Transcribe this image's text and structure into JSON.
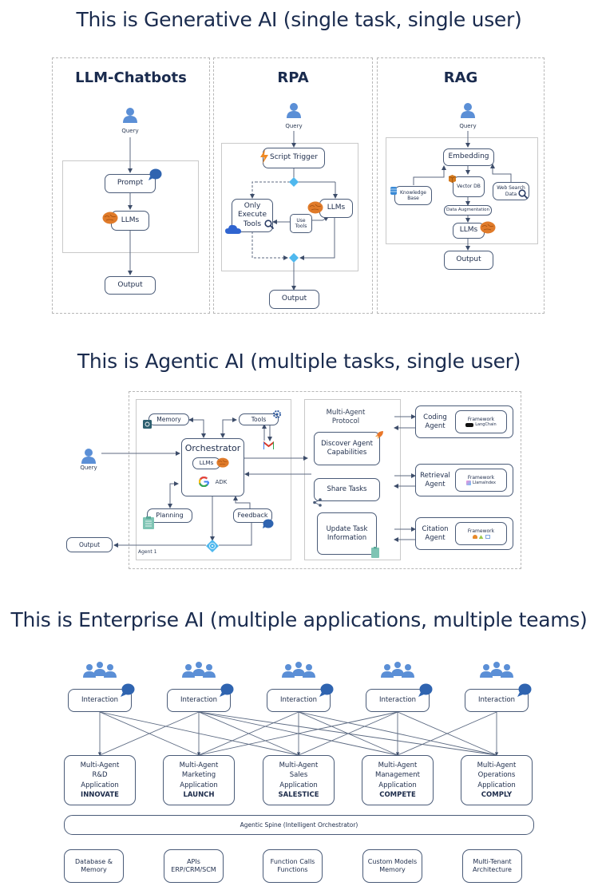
{
  "sections": {
    "generative": {
      "title": "This is Generative AI (single task, single user)",
      "llm_chatbots": {
        "title": "LLM-Chatbots",
        "query": "Query",
        "prompt": "Prompt",
        "llms": "LLMs",
        "output": "Output"
      },
      "rpa": {
        "title": "RPA",
        "query": "Query",
        "script_trigger": "Script Trigger",
        "only_execute_tools": "Only Execute Tools",
        "llms": "LLMs",
        "use_tools": "Use Tools",
        "output": "Output"
      },
      "rag": {
        "title": "RAG",
        "query": "Query",
        "embedding": "Embedding",
        "knowledge_base": "Knowledge Base",
        "vector_db": "Vector DB",
        "web_search_data": "Web Search Data",
        "data_augmentation": "Data Augmentation",
        "llms": "LLMs",
        "output": "Output"
      }
    },
    "agentic": {
      "title": "This is Agentic AI (multiple tasks, single user)",
      "query": "Query",
      "memory": "Memory",
      "tools": "Tools",
      "orchestrator": "Orchestrator",
      "llms": "LLMs",
      "adk": "ADK",
      "planning": "Planning",
      "feedback": "Feedback",
      "output": "Output",
      "agent_label": "Agent 1",
      "protocol": {
        "title": "Multi-Agent Protocol",
        "discover": "Discover Agent Capabilities",
        "share": "Share Tasks",
        "update": "Update Task Information"
      },
      "agents": [
        {
          "name": "Coding Agent",
          "framework": "Framework",
          "framework_logo": "LangChain"
        },
        {
          "name": "Retrieval Agent",
          "framework": "Framework",
          "framework_logo": "LlamaIndex"
        },
        {
          "name": "Citation Agent",
          "framework": "Framework",
          "framework_logo": "multi-logo"
        }
      ]
    },
    "enterprise": {
      "title": "This is Enterprise AI (multiple applications, multiple teams)",
      "interaction_label": "Interaction",
      "applications": [
        {
          "line1": "Multi-Agent",
          "line2": "R&D",
          "line3": "Application",
          "name": "INNOVATE"
        },
        {
          "line1": "Multi-Agent",
          "line2": "Marketing",
          "line3": "Application",
          "name": "LAUNCH"
        },
        {
          "line1": "Multi-Agent",
          "line2": "Sales",
          "line3": "Application",
          "name": "SALESTICE"
        },
        {
          "line1": "Multi-Agent",
          "line2": "Management",
          "line3": "Application",
          "name": "COMPETE"
        },
        {
          "line1": "Multi-Agent",
          "line2": "Operations",
          "line3": "Application",
          "name": "COMPLY"
        }
      ],
      "spine": "Agentic Spine (Intelligent Orchestrator)",
      "foundations": [
        {
          "line1": "Database &",
          "line2": "Memory"
        },
        {
          "line1": "APIs",
          "line2": "ERP/CRM/SCM"
        },
        {
          "line1": "Function Calls",
          "line2": "Functions"
        },
        {
          "line1": "Custom Models",
          "line2": "Memory"
        },
        {
          "line1": "Multi-Tenant",
          "line2": "Architecture"
        }
      ]
    }
  },
  "colors": {
    "title_text": "#1a2b4e",
    "node_border": "#4a5b78",
    "user_icon": "#5b8fd6",
    "chat_bubble": "#2f64b0",
    "brain": "#e07b2a",
    "diamond": "#4fb8ee"
  }
}
